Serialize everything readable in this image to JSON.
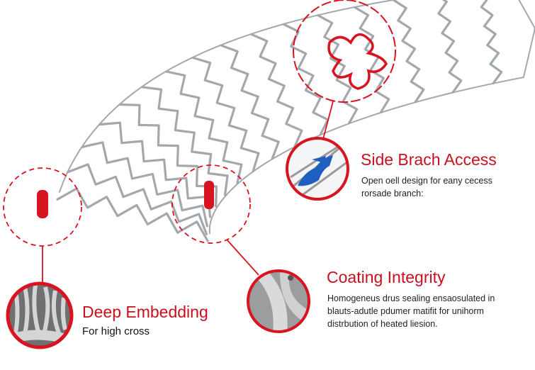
{
  "callouts": {
    "side_branch": {
      "title": "Side Brach Access",
      "lines": [
        "Open oell design for eany cecess",
        "rorsade branch:"
      ]
    },
    "coating": {
      "title": "Coating Integrity",
      "lines": [
        "Homogeneus drus sealing ensaosulated in",
        "blauts-adutle pdumer matifit for unihorm",
        "distrbution of heated liesion."
      ]
    },
    "embedding": {
      "title": "Deep Embedding",
      "lines": [
        "For high cross"
      ]
    }
  },
  "colors": {
    "accent": "#d7141f",
    "strut": "#9aa0a6",
    "highlight_blue": "#1f5fbf"
  }
}
